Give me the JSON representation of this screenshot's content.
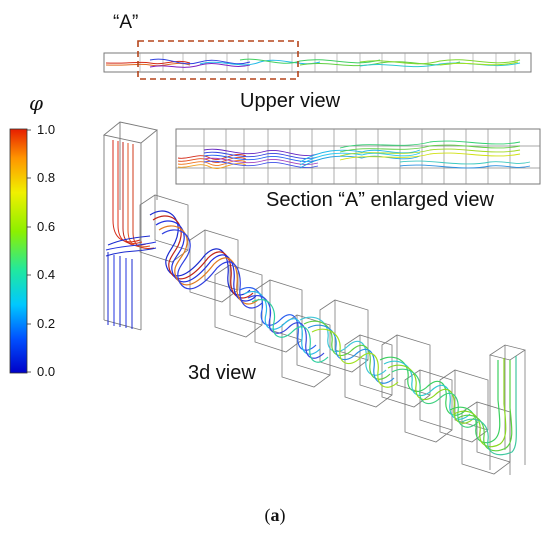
{
  "labels": {
    "section_marker": "“A”",
    "upper_view": "Upper view",
    "section_view": "Section “A” enlarged view",
    "three_d_view": "3d view"
  },
  "colorbar": {
    "symbol": "φ",
    "ticks": [
      "1.0",
      "0.8",
      "0.6",
      "0.4",
      "0.2",
      "0.0"
    ],
    "colormap": [
      "#0000c8",
      "#0050ff",
      "#00c8ff",
      "#20e8a0",
      "#8cf000",
      "#f0f000",
      "#ff9600",
      "#e61e00"
    ]
  },
  "caption": {
    "open": "(",
    "letter": "a",
    "close": ")"
  },
  "colors": {
    "frame": "#7a7a7a",
    "dashed_box": "#b5451b",
    "inlet_hot": "#d42a18",
    "inlet_cold": "#1a2ad0",
    "mixed": "#3ccf3c"
  }
}
